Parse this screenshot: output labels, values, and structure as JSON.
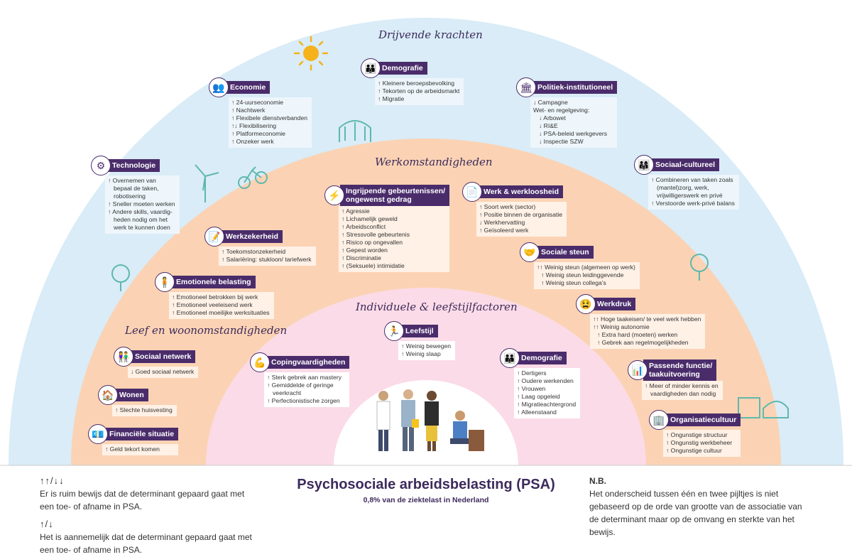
{
  "arcs": {
    "outer": "Drijvende krachten",
    "middle": "Werkomstandigheden",
    "inner": "Individuele & leefstijlfactoren",
    "living": "Leef en woonomstandigheden"
  },
  "cards": {
    "economie": {
      "title": "Economie",
      "items": [
        "↑ 24-uurseconomie",
        "↑ Nachtwerk",
        "↑ Flexibele dienstverbanden",
        "↑↓ Flexibilisering",
        "↑ Platformeconomie",
        "↑ Onzeker werk"
      ]
    },
    "demografie_top": {
      "title": "Demografie",
      "items": [
        "↑ Kleinere beroepsbevolking",
        "↑ Tekorten op de arbeidsmarkt",
        "↑ Migratie"
      ]
    },
    "politiek": {
      "title": "Politiek-institutioneel",
      "items": [
        "↓ Campagne",
        "Wet- en regelgeving:",
        "↓ Arbowet",
        "↓ RI&E",
        "↓ PSA-beleid werkgevers",
        "↓ Inspectie SZW"
      ]
    },
    "technologie": {
      "title": "Technologie",
      "items": [
        "↑ Overnemen van",
        "bepaal de taken,",
        "robotisering",
        "↑ Sneller moeten werken",
        "↑ Andere skills, vaardig-",
        "heden nodig om het",
        "werk te kunnen doen"
      ]
    },
    "sociaal_cultureel": {
      "title": "Sociaal-cultureel",
      "items": [
        "↑ Combineren van taken zoals",
        "(mantel)zorg, werk,",
        "vrijwilligerswerk en privé",
        "↑ Verstoorde werk-privé balans"
      ]
    },
    "ingrijpende": {
      "title1": "Ingrijpende gebeurtenissen/",
      "title2": "ongewenst gedrag",
      "items": [
        "↑ Agressie",
        "↑ Lichamelijk geweld",
        "↑ Arbeidsconflict",
        "↑ Stressvolle gebeurtenis",
        "↑ Risico op ongevallen",
        "↑ Gepest worden",
        "↑ Discriminatie",
        "↑ (Seksuele) intimidatie"
      ]
    },
    "werk_werkloosheid": {
      "title": "Werk & werkloosheid",
      "items": [
        "↑ Soort werk (sector)",
        "↑ Positie binnen de organisatie",
        "↓ Werkhervatting",
        "↑ Geïsoleerd werk"
      ]
    },
    "werkzekerheid": {
      "title": "Werkzekerheid",
      "items": [
        "↑ Toekomstonzekerheid",
        "↑ Salariëring: stukloon/ tariefwerk"
      ]
    },
    "sociale_steun": {
      "title": "Sociale steun",
      "items": [
        "↑↑ Weinig steun (algemeen op werk)",
        "↑ Weinig steun leidinggevende",
        "↑ Weinig steun collega's"
      ]
    },
    "emotionele": {
      "title": "Emotionele belasting",
      "items": [
        "↑ Emotioneel betrokken bij werk",
        "↑ Emotioneel veeleisend werk",
        "↑ Emotioneel moeilijke werksituaties"
      ]
    },
    "werkdruk": {
      "title": "Werkdruk",
      "items": [
        "↑↑ Hoge taakeisen/ te veel werk hebben",
        "↑↑ Weinig autonomie",
        "↑ Extra hard (moeten) werken",
        "↑ Gebrek aan regelmogelijkheden"
      ]
    },
    "leefstijl": {
      "title": "Leefstijl",
      "items": [
        "↑ Weinig bewegen",
        "↑ Weinig slaap"
      ]
    },
    "sociaal_netwerk": {
      "title": "Sociaal netwerk",
      "items": [
        "↓ Goed sociaal netwerk"
      ]
    },
    "coping": {
      "title": "Copingvaardigheden",
      "items": [
        "↑ Sterk gebrek aan mastery",
        "↑ Gemiddelde of geringe",
        "veerkracht",
        "↑ Perfectionistische zorgen"
      ]
    },
    "demografie_inner": {
      "title": "Demografie",
      "items": [
        "↑ Dertigers",
        "↑ Oudere werkenden",
        "↑ Vrouwen",
        "↑ Laag opgeleid",
        "↑ Migratieachtergrond",
        "↑ Alleenstaand"
      ]
    },
    "passende": {
      "title1": "Passende functie/",
      "title2": "taakuitvoering",
      "items": [
        "↑ Meer of minder kennis en",
        "vaardigheden dan nodig"
      ]
    },
    "wonen": {
      "title": "Wonen",
      "items": [
        "↑ Slechte huisvesting"
      ]
    },
    "financiele": {
      "title": "Financiële situatie",
      "items": [
        "↑ Geld tekort komen"
      ]
    },
    "organisatie": {
      "title": "Organisatiecultuur",
      "items": [
        "↑ Ongunstige structuur",
        "↑ Ongunstig werkbeheer",
        "↑ Ongunstige cultuur"
      ]
    }
  },
  "legend_left": {
    "double_arrows": "↑↑/↓↓",
    "double_text_1": "Er is ruim bewijs dat de determinant gepaard gaat met",
    "double_text_2": "een toe- of afname in PSA.",
    "single_arrows": "↑/↓",
    "single_text_1": "Het is aannemelijk dat de determinant gepaard gaat met",
    "single_text_2": "een toe- of afname in PSA."
  },
  "center": {
    "title": "Psychosociale arbeidsbelasting (PSA)",
    "subtitle": "0,8% van de ziektelast in Nederland"
  },
  "note": {
    "heading": "N.B.",
    "line1": "Het onderscheid tussen één en twee pijltjes is niet",
    "line2": "gebaseerd op de orde van grootte van de associatie van",
    "line3": "de determinant maar op de omvang en sterkte van het",
    "line4": "bewijs."
  },
  "colors": {
    "sky": "#d9ecf7",
    "peach": "#fbd3b4",
    "pink": "#fbdbe7",
    "purple": "#4a2c6b",
    "sun": "#f6b21b"
  },
  "icons": {
    "economie": "people-icon",
    "demografie": "group-icon",
    "politiek": "building-icon",
    "technologie": "robot-arm-icon",
    "sociaal_cultureel": "family-icon"
  }
}
